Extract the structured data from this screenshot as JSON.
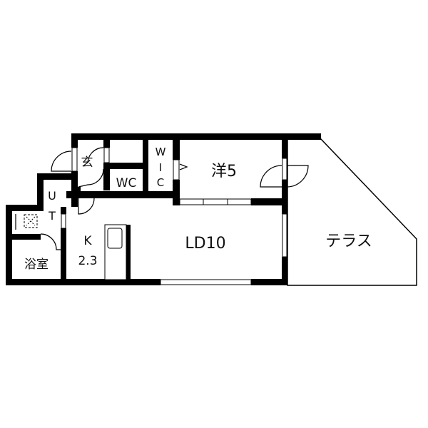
{
  "floor_plan": {
    "rooms": {
      "entrance": "玄",
      "wc": "WC",
      "wic": {
        "w": "W",
        "i": "I",
        "c": "C"
      },
      "western_room": "洋5",
      "living_dining": "LD10",
      "terrace": "テラス",
      "utility": {
        "u": "U",
        "t": "T"
      },
      "kitchen": {
        "name": "K",
        "size": "2.3"
      },
      "bathroom": "浴室"
    },
    "colors": {
      "wall": "#000000",
      "background": "#ffffff"
    }
  }
}
